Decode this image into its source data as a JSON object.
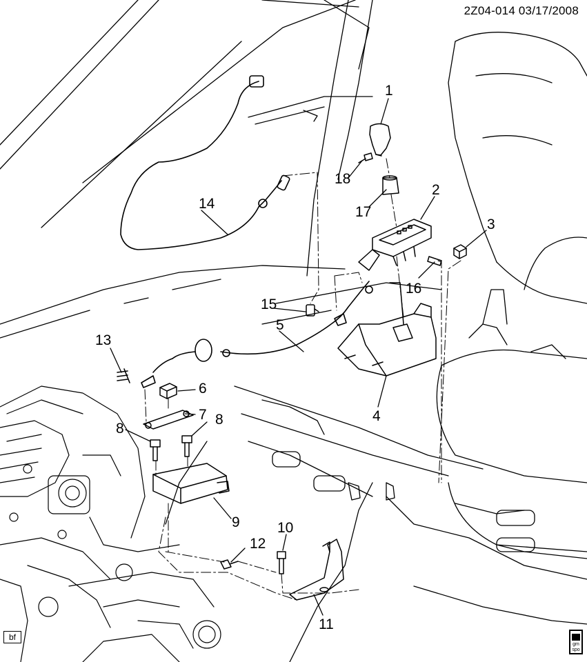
{
  "header": {
    "code": "2Z04-014 03/17/2008"
  },
  "callouts": [
    "1",
    "2",
    "3",
    "4",
    "5",
    "6",
    "7",
    "8",
    "8",
    "9",
    "10",
    "11",
    "12",
    "13",
    "14",
    "15",
    "16",
    "17",
    "18"
  ],
  "corner_tag": "bf",
  "logo_text": "gm spo"
}
